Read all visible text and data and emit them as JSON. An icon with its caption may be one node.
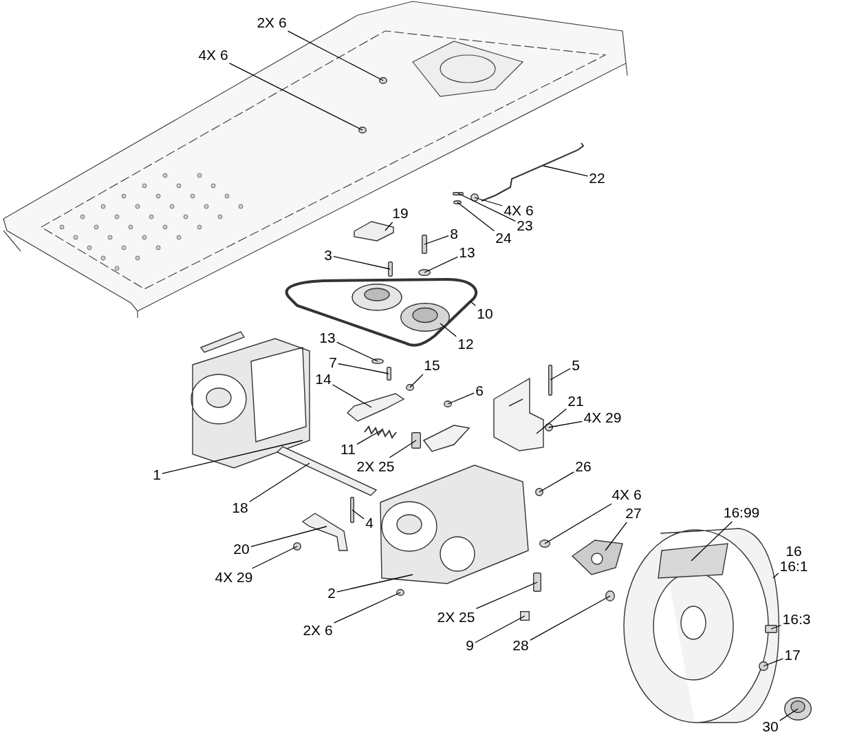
{
  "diagram": {
    "nodes": [
      {
        "text": [
          "2X 6"
        ]
      },
      {
        "text": [
          "4X 6"
        ]
      },
      {
        "text": [
          "22"
        ]
      },
      {
        "text": [
          "4X 6"
        ]
      },
      {
        "text": [
          "23"
        ]
      },
      {
        "text": [
          "24"
        ]
      },
      {
        "text": [
          "19"
        ]
      },
      {
        "text": [
          "8"
        ]
      },
      {
        "text": [
          "3"
        ]
      },
      {
        "text": [
          "13"
        ]
      },
      {
        "text": [
          "10"
        ]
      },
      {
        "text": [
          "12"
        ]
      },
      {
        "text": [
          "13"
        ]
      },
      {
        "text": [
          "7"
        ]
      },
      {
        "text": [
          "15"
        ]
      },
      {
        "text": [
          "14"
        ]
      },
      {
        "text": [
          "6"
        ]
      },
      {
        "text": [
          "5"
        ]
      },
      {
        "text": [
          "21"
        ]
      },
      {
        "text": [
          "4X 29"
        ]
      },
      {
        "text": [
          "11"
        ]
      },
      {
        "text": [
          "2X 25"
        ]
      },
      {
        "text": [
          "1"
        ]
      },
      {
        "text": [
          "26"
        ]
      },
      {
        "text": [
          "18"
        ]
      },
      {
        "text": [
          "4"
        ]
      },
      {
        "text": [
          "4X 6"
        ]
      },
      {
        "text": [
          "27"
        ]
      },
      {
        "text": [
          "16:99"
        ]
      },
      {
        "text": [
          "16",
          "16:1"
        ]
      },
      {
        "text": [
          "20"
        ]
      },
      {
        "text": [
          "4X 29"
        ]
      },
      {
        "text": [
          "2"
        ]
      },
      {
        "text": [
          "2X 25"
        ]
      },
      {
        "text": [
          "2X 6"
        ]
      },
      {
        "text": [
          "9"
        ]
      },
      {
        "text": [
          "28"
        ]
      },
      {
        "text": [
          "16:3"
        ]
      },
      {
        "text": [
          "17"
        ]
      },
      {
        "text": [
          "30"
        ]
      },
      {
        "text": [],
        "shape": "picture"
      },
      {
        "text": [],
        "shape": "circle",
        "in": 40
      },
      {
        "text": [],
        "shape": "picture"
      },
      {
        "text": [],
        "shape": "picture",
        "in": 42
      },
      {
        "text": [],
        "shape": "bar",
        "in": 42
      },
      {
        "text": [],
        "shape": "circle",
        "in": 42
      },
      {
        "text": [],
        "shape": "picture"
      },
      {
        "text": [],
        "shape": "picture"
      },
      {
        "text": [],
        "shape": "circle"
      },
      {
        "text": [],
        "shape": "circle"
      },
      {
        "text": [],
        "shape": "picture"
      },
      {
        "text": [],
        "shape": "circle"
      },
      {
        "text": [],
        "shape": "bar"
      },
      {
        "text": [],
        "shape": "circle"
      },
      {
        "text": [],
        "shape": "picture"
      },
      {
        "text": [],
        "shape": "bar"
      },
      {
        "text": [],
        "shape": "bar"
      },
      {
        "text": [],
        "shape": "circle"
      },
      {
        "text": [],
        "shape": "circle"
      },
      {
        "text": [],
        "shape": "bar"
      },
      {
        "text": [],
        "shape": "circle"
      },
      {
        "text": [],
        "shape": "picture"
      },
      {
        "text": [],
        "shape": "circle"
      },
      {
        "text": [],
        "shape": "bar"
      },
      {
        "text": [],
        "shape": "picture"
      },
      {
        "text": [],
        "shape": "circle"
      },
      {
        "text": [],
        "shape": "picture"
      },
      {
        "text": [],
        "shape": "bar"
      },
      {
        "text": [],
        "shape": "circle"
      },
      {
        "text": [],
        "shape": "picture"
      },
      {
        "text": [],
        "shape": "bar"
      },
      {
        "text": [],
        "shape": "circle"
      },
      {
        "text": [],
        "shape": "picture"
      },
      {
        "text": [],
        "shape": "picture"
      },
      {
        "text": [],
        "shape": "circle"
      },
      {
        "text": [],
        "shape": "bar"
      },
      {
        "text": [],
        "shape": "circle"
      },
      {
        "text": [],
        "shape": "box"
      },
      {
        "text": [],
        "shape": "circle"
      },
      {
        "text": [],
        "shape": "circle"
      }
    ],
    "edges": [
      {
        "from": 0,
        "to": 48,
        "arrow": "none"
      },
      {
        "from": 1,
        "to": 49,
        "arrow": "none"
      },
      {
        "from": 2,
        "to": 50,
        "arrow": "none"
      },
      {
        "from": 3,
        "to": 51,
        "arrow": "none"
      },
      {
        "from": 4,
        "to": 52,
        "arrow": "none"
      },
      {
        "from": 5,
        "to": 53,
        "arrow": "none"
      },
      {
        "from": 6,
        "to": 54,
        "arrow": "none"
      },
      {
        "from": 7,
        "to": 55,
        "arrow": "none"
      },
      {
        "from": 8,
        "to": 56,
        "arrow": "none"
      },
      {
        "from": 9,
        "to": 57,
        "arrow": "none"
      },
      {
        "from": 10,
        "to": 40,
        "arrow": "none"
      },
      {
        "from": 11,
        "to": 41,
        "arrow": "none"
      },
      {
        "from": 12,
        "to": 58,
        "arrow": "none"
      },
      {
        "from": 13,
        "to": 59,
        "arrow": "none"
      },
      {
        "from": 14,
        "to": 60,
        "arrow": "none"
      },
      {
        "from": 15,
        "to": 61,
        "arrow": "none"
      },
      {
        "from": 16,
        "to": 62,
        "arrow": "none"
      },
      {
        "from": 17,
        "to": 63,
        "arrow": "none"
      },
      {
        "from": 18,
        "to": 64,
        "arrow": "none"
      },
      {
        "from": 19,
        "to": 65,
        "arrow": "none"
      },
      {
        "from": 20,
        "to": 66,
        "arrow": "none"
      },
      {
        "from": 21,
        "to": 67,
        "arrow": "none"
      },
      {
        "from": 22,
        "to": 46,
        "arrow": "none"
      },
      {
        "from": 23,
        "to": 68,
        "arrow": "none"
      },
      {
        "from": 24,
        "to": 69,
        "arrow": "none"
      },
      {
        "from": 25,
        "to": 70,
        "arrow": "none"
      },
      {
        "from": 26,
        "to": 71,
        "arrow": "none"
      },
      {
        "from": 27,
        "to": 72,
        "arrow": "none"
      },
      {
        "from": 28,
        "to": 43,
        "arrow": "none"
      },
      {
        "from": 29,
        "to": 42,
        "arrow": "none"
      },
      {
        "from": 30,
        "to": 73,
        "arrow": "none"
      },
      {
        "from": 31,
        "to": 74,
        "arrow": "none"
      },
      {
        "from": 32,
        "to": 47,
        "arrow": "none"
      },
      {
        "from": 33,
        "to": 75,
        "arrow": "none"
      },
      {
        "from": 34,
        "to": 76,
        "arrow": "none"
      },
      {
        "from": 35,
        "to": 77,
        "arrow": "none"
      },
      {
        "from": 36,
        "to": 78,
        "arrow": "none"
      },
      {
        "from": 37,
        "to": 44,
        "arrow": "none"
      },
      {
        "from": 38,
        "to": 45,
        "arrow": "none"
      },
      {
        "from": 39,
        "to": 79,
        "arrow": "none"
      }
    ]
  }
}
